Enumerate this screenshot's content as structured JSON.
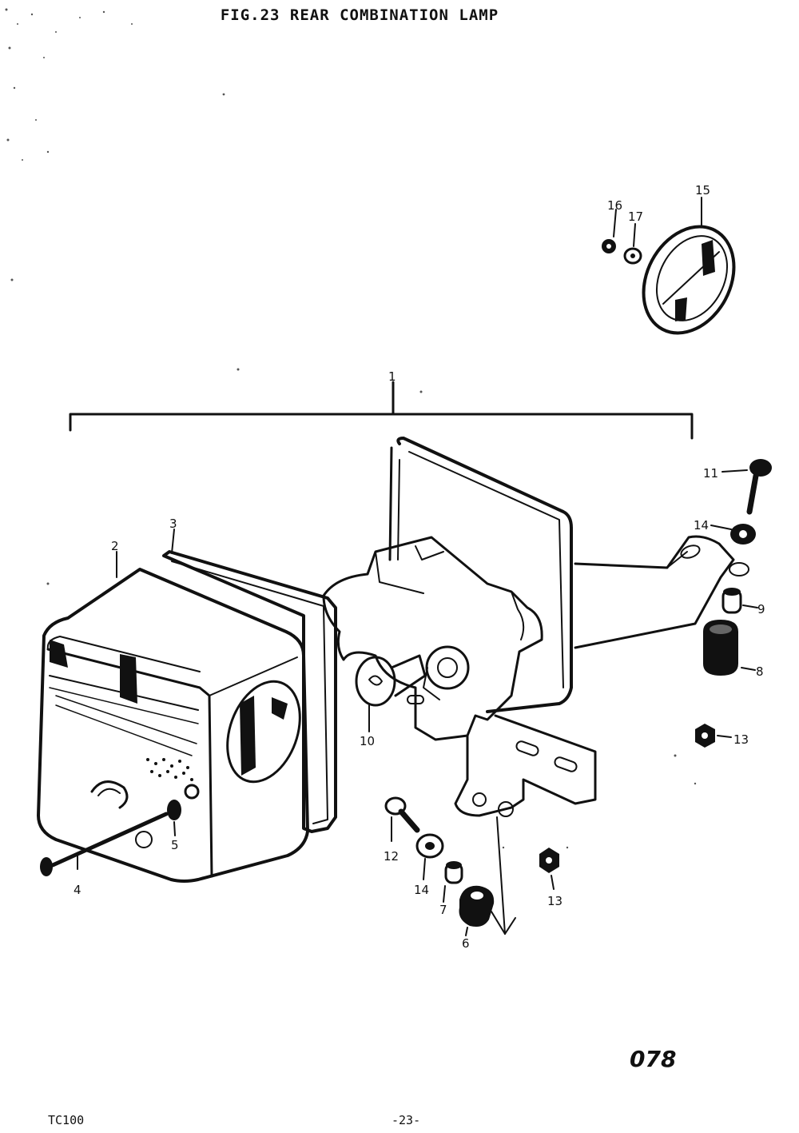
{
  "header": {
    "title": "FIG.23 REAR COMBINATION LAMP"
  },
  "callouts": {
    "c1": "1",
    "c2": "2",
    "c3": "3",
    "c4": "4",
    "c5": "5",
    "c6": "6",
    "c7": "7",
    "c8": "8",
    "c9": "9",
    "c10": "10",
    "c11": "11",
    "c12": "12",
    "c13a": "13",
    "c13b": "13",
    "c14a": "14",
    "c14b": "14",
    "c15": "15",
    "c16": "16",
    "c17": "17"
  },
  "footer": {
    "code": "078",
    "model": "TC100",
    "page": "-23-"
  }
}
